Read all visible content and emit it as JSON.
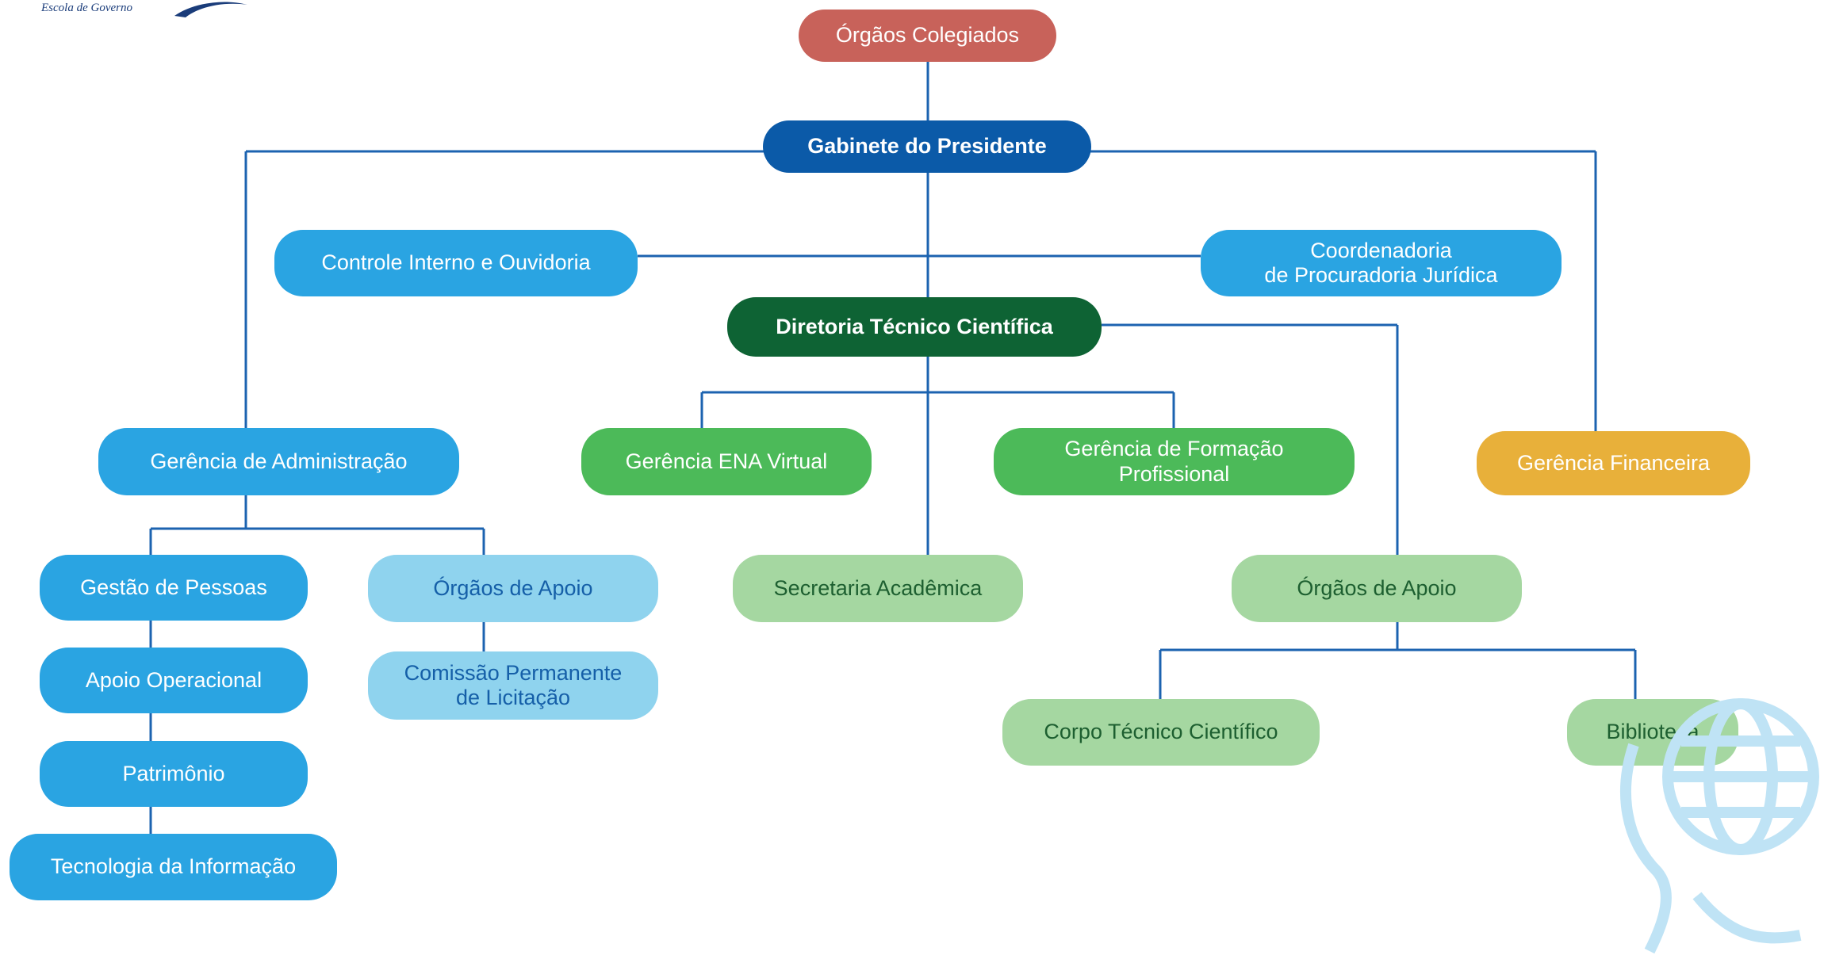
{
  "logo": {
    "text": "Escola de Governo"
  },
  "nodes": {
    "orgaos_colegiados": "Órgãos Colegiados",
    "gabinete": "Gabinete do Presidente",
    "controle_interno": "Controle Interno e Ouvidoria",
    "coordenadoria": "Coordenadoria\nde Procuradoria Jurídica",
    "diretoria": "Diretoria Técnico Científica",
    "ger_administracao": "Gerência de Administração",
    "ger_ena_virtual": "Gerência ENA Virtual",
    "ger_formacao": "Gerência de Formação\nProfissional",
    "ger_financeira": "Gerência Financeira",
    "gestao_pessoas": "Gestão de Pessoas",
    "orgaos_apoio_adm": "Órgãos de Apoio",
    "secretaria": "Secretaria Acadêmica",
    "orgaos_apoio_dir": "Órgãos de Apoio",
    "apoio_operacional": "Apoio Operacional",
    "comissao": "Comissão Permanente\nde Licitação",
    "corpo_tecnico": "Corpo Técnico Científico",
    "biblioteca": "Biblioteca",
    "patrimonio": "Patrimônio",
    "tecnologia": "Tecnologia da Informação"
  },
  "colors": {
    "connector": "#1c63b0",
    "red": "#c8625a",
    "navy": "#0b5aa8",
    "sky": "#2aa4e2",
    "pale": "#8fd3ee",
    "dark_green": "#0e6334",
    "green": "#4cba59",
    "sage": "#a5d7a1",
    "gold": "#e8b03a",
    "globe": "#bfe3f5"
  },
  "icons": {
    "corner_graphic": "globe-head-icon",
    "logo": "swoosh-logo-icon"
  }
}
